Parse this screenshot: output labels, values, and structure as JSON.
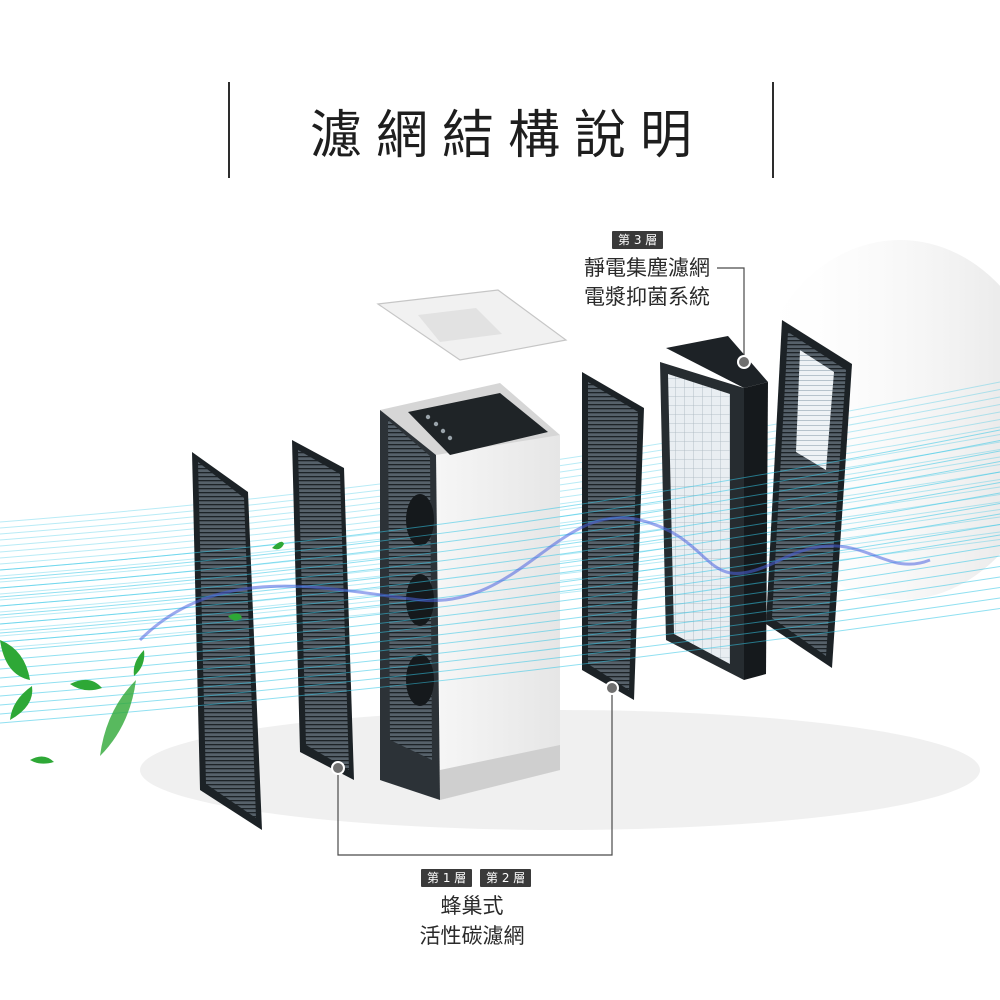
{
  "title": "濾網結構說明",
  "layer3": {
    "badge": "第 3 層",
    "line1": "靜電集塵濾網",
    "line2": "電漿抑菌系統"
  },
  "layer12": {
    "badge1": "第 1 層",
    "badge2": "第 2 層",
    "line1": "蜂巢式",
    "line2": "活性碳濾網"
  },
  "colors": {
    "airflow": "#34c6e6",
    "swirl": "#4a62e0",
    "filter_frame": "#2b3338",
    "leaf": "#2ea836",
    "label_badge": "#3a3a3a"
  }
}
